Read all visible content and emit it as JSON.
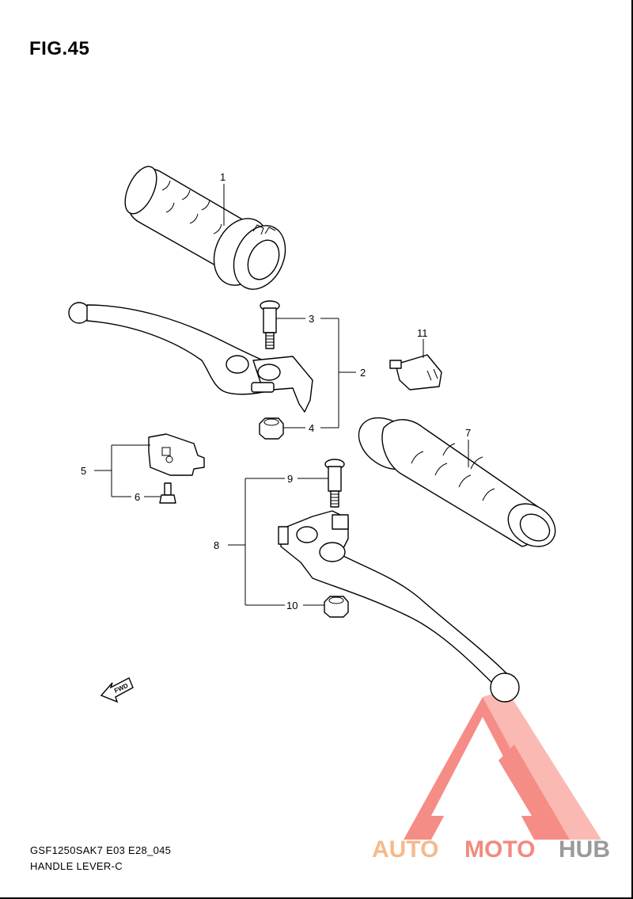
{
  "figure": {
    "title": "FIG.45",
    "model_code": "GSF1250SAK7 E03 E28_045",
    "section_name": "HANDLE LEVER-C"
  },
  "callouts": {
    "p1": "1",
    "p2": "2",
    "p3": "3",
    "p4": "4",
    "p5": "5",
    "p6": "6",
    "p7": "7",
    "p8": "8",
    "p9": "9",
    "p10": "10",
    "p11": "11"
  },
  "fwd_arrow": {
    "label": "FWD",
    "icon": "fwd-arrow-icon"
  },
  "watermark": {
    "text_1": "AUTO",
    "text_2": "MOTO",
    "text_3": "HUB",
    "colors": {
      "logo": "#f47a72",
      "auto": "#f7b98a",
      "moto": "#f28a7e",
      "hub": "#9a9a9a"
    }
  }
}
